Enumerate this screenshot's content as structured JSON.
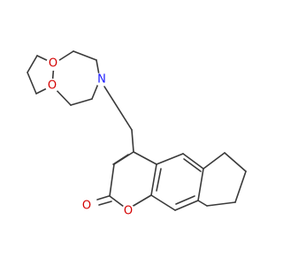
{
  "molecule": {
    "atoms": [
      {
        "id": "o_ring_top",
        "label": "O",
        "color": "#d40000"
      },
      {
        "id": "o_ring_bottom",
        "label": "O",
        "color": "#d40000"
      },
      {
        "id": "n_piperidine",
        "label": "N",
        "color": "#1a1aff"
      },
      {
        "id": "o_carbonyl",
        "label": "O",
        "color": "#d40000"
      },
      {
        "id": "o_pyranone",
        "label": "O",
        "color": "#d40000"
      }
    ]
  }
}
